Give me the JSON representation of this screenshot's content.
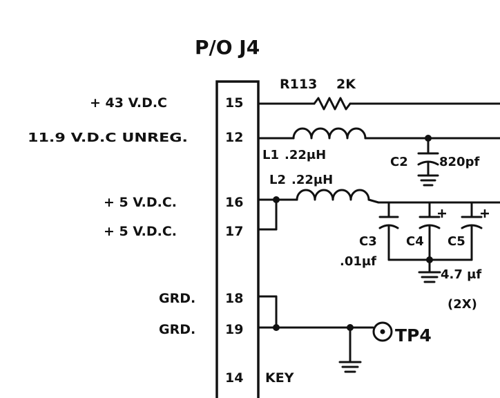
{
  "connector": {
    "title": "P/O J4",
    "rows": [
      {
        "left_label": "+ 43 V.D.C",
        "pin": "15"
      },
      {
        "left_label": "11.9 V.D.C   UNREG.",
        "pin": "12"
      },
      {
        "left_label": "+ 5 V.D.C.",
        "pin": "16"
      },
      {
        "left_label": "+ 5 V.D.C.",
        "pin": "17"
      },
      {
        "left_label": "GRD.",
        "pin": "18"
      },
      {
        "left_label": "GRD.",
        "pin": "19"
      },
      {
        "left_label": "",
        "pin": "14",
        "right_label": "KEY"
      }
    ]
  },
  "components": {
    "r113": {
      "ref": "R113",
      "value": "2K"
    },
    "l1": {
      "ref": "L1",
      "value": ".22μH"
    },
    "l2": {
      "ref": "L2",
      "value": ".22μH"
    },
    "c2": {
      "ref": "C2",
      "value": "820pf"
    },
    "c3": {
      "ref": "C3",
      "value": ".01μf"
    },
    "c4": {
      "ref": "C4"
    },
    "c5": {
      "ref": "C5"
    },
    "c4c5_value": "4.7 μf",
    "c4c5_qty": "(2X)",
    "tp4": {
      "ref": "TP4"
    }
  }
}
